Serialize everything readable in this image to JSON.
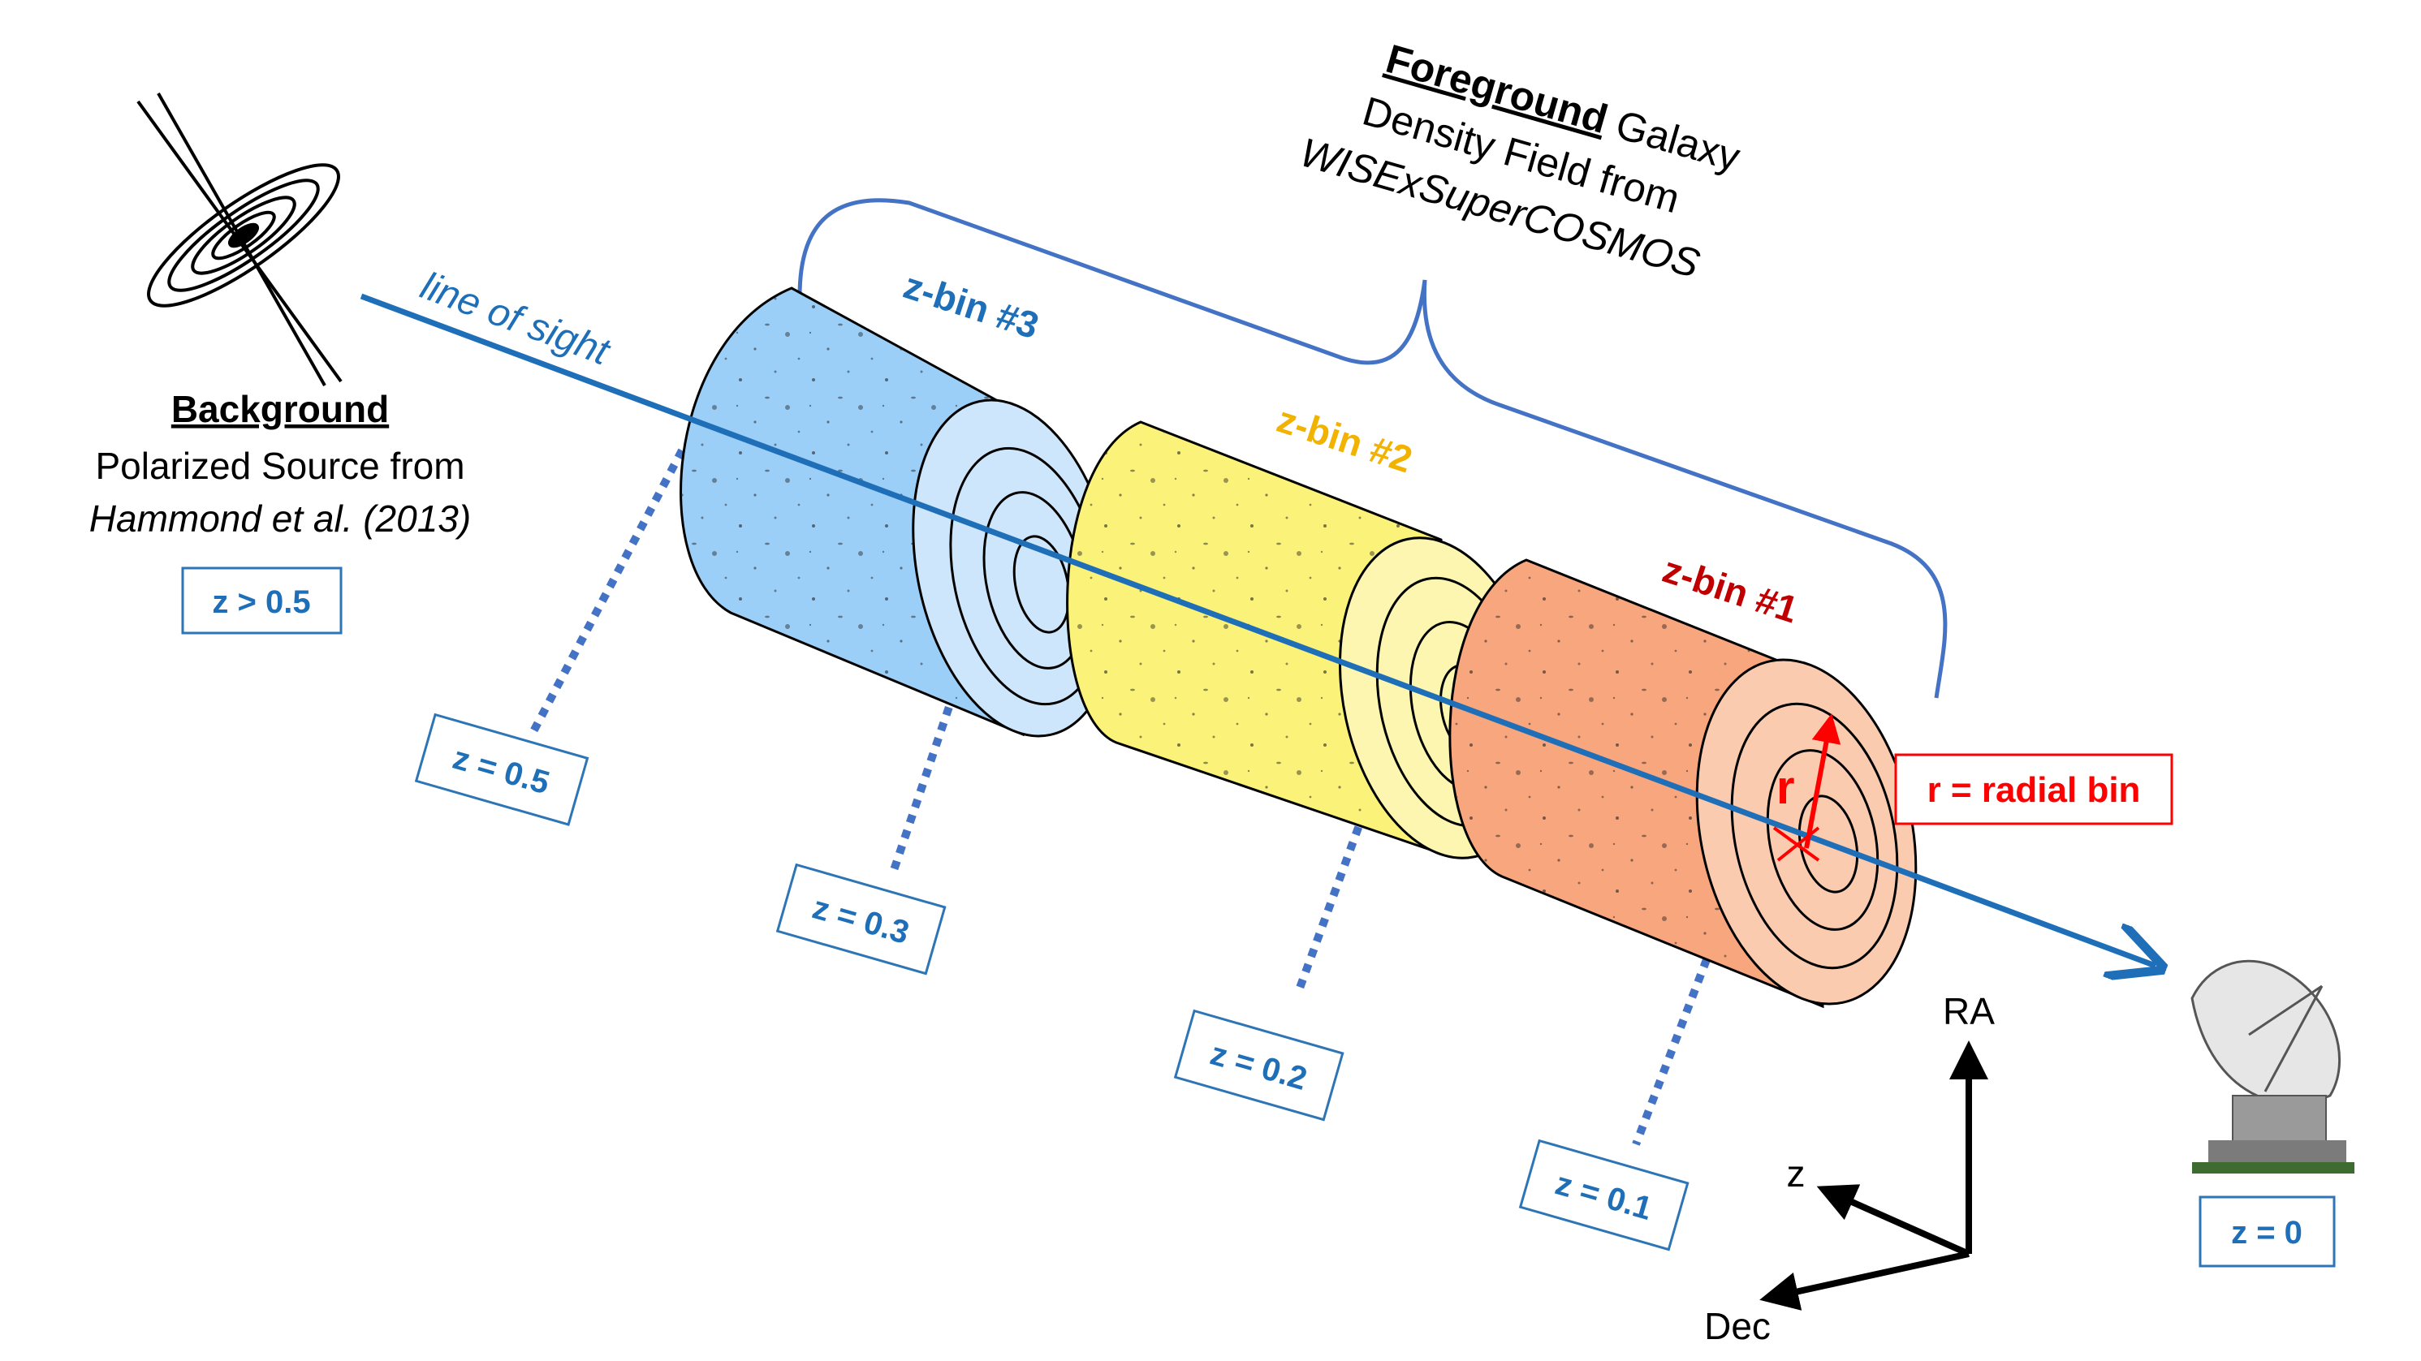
{
  "background": {
    "title": "Background",
    "line1": "Polarized Source from",
    "line2": "Hammond et al. (2013)",
    "z_label": "z > 0.5"
  },
  "foreground": {
    "title": "Foreground",
    "title_suffix": " Galaxy",
    "line2": "Density Field from",
    "line3": "WISExSuperCOSMOS"
  },
  "line_of_sight_label": "line of sight",
  "bins": [
    {
      "label": "z-bin #3",
      "color": "#9ccff8",
      "label_color": "#1f6fb8"
    },
    {
      "label": "z-bin #2",
      "color": "#fbf27a",
      "label_color": "#f2b200"
    },
    {
      "label": "z-bin #1",
      "color": "#f8a67d",
      "label_color": "#c00000"
    }
  ],
  "redshift_markers": [
    "z = 0.5",
    "z = 0.3",
    "z = 0.2",
    "z = 0.1"
  ],
  "observer_z": "z = 0",
  "radial": {
    "symbol": "r",
    "legend": "r = radial bin",
    "color": "#ff0000"
  },
  "axes": {
    "ra": "RA",
    "z": "z",
    "dec": "Dec"
  },
  "icons": [
    "galaxy-jet-icon",
    "radio-telescope-icon"
  ],
  "colors": {
    "line_of_sight": "#1f6fb8",
    "brace": "#4472c4"
  }
}
